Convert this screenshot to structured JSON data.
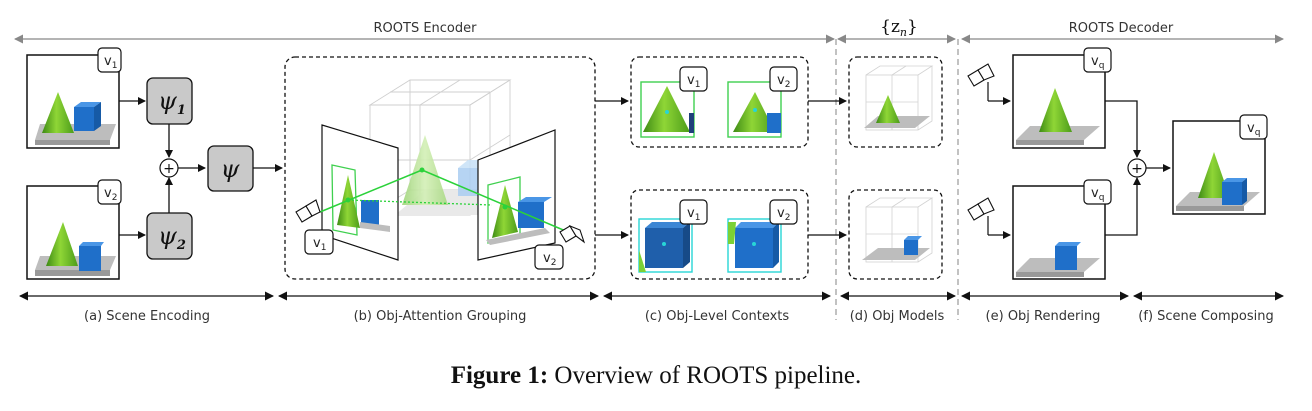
{
  "encoder_label": "ROOTS Encoder",
  "latent_label": "{z",
  "latent_sub": "n",
  "latent_close": "}",
  "decoder_label": "ROOTS Decoder",
  "stages": [
    "(a) Scene Encoding",
    "(b) Obj-Attention Grouping",
    "(c) Obj-Level Contexts",
    "(d) Obj Models",
    "(e) Obj Rendering",
    "(f) Scene Composing"
  ],
  "views": {
    "v": "v",
    "sub1": "1",
    "sub2": "2",
    "subq": "q"
  },
  "nodes": {
    "psi": "ψ",
    "psi1_sub": "1",
    "psi2_sub": "2"
  },
  "plus_symbol": "+",
  "caption": {
    "label": "Figure 1:",
    "text": " Overview of ROOTS pipeline."
  }
}
